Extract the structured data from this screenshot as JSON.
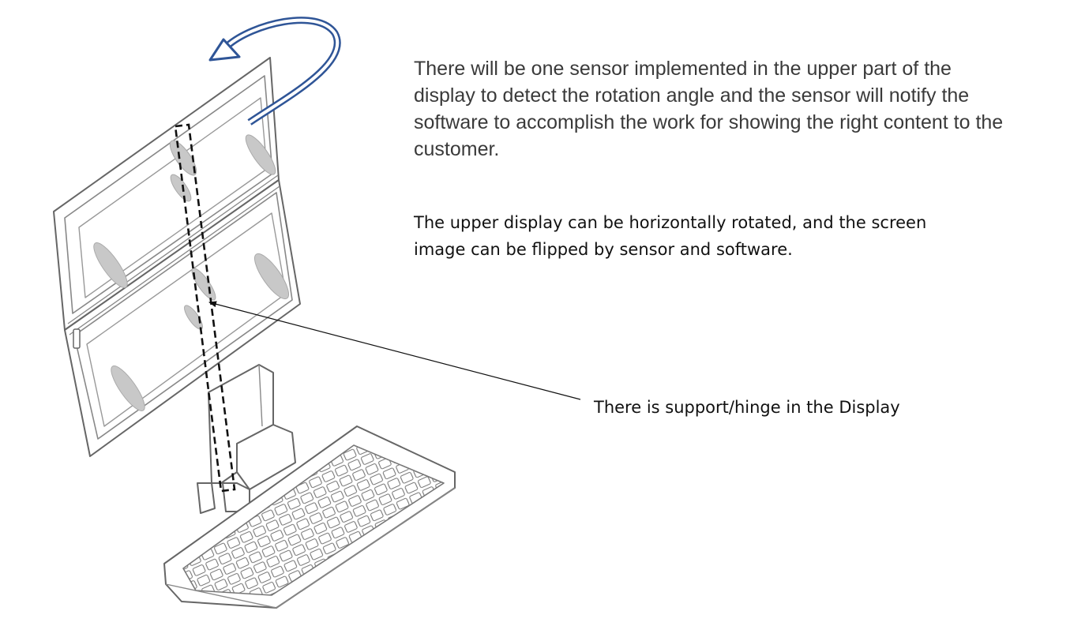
{
  "annotations": {
    "sensor_note": "There will be one sensor implemented in the upper part of the display to detect the rotation angle and the sensor will notify the software to accomplish the work for showing the right content to the customer.",
    "rotation_note": "The upper display can be horizontally rotated, and the screen image can be flipped by sensor and software.",
    "hinge_label": "There is support/hinge in the Display"
  },
  "colors": {
    "rotation_arrow": "#2f5597",
    "line_art": "#555555",
    "dashed_outline": "#111111",
    "leader_line": "#111111"
  },
  "icons": {
    "rotation_arrow": "curved-arrow-icon",
    "hinge_pointer": "arrow-pointer-icon"
  }
}
